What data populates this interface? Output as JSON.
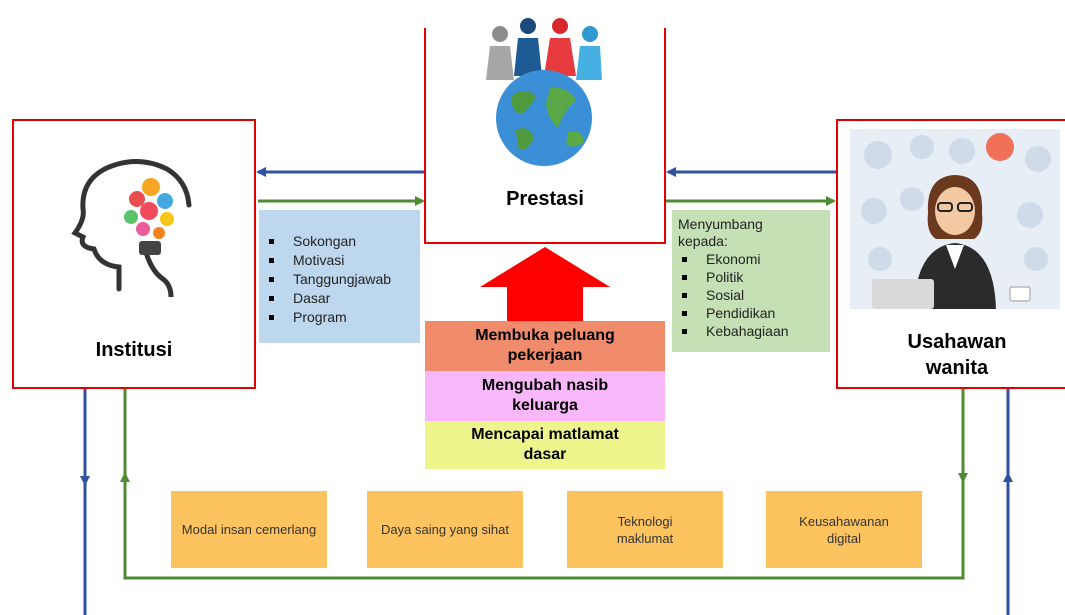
{
  "institusi": {
    "title": "Institusi"
  },
  "prestasi": {
    "title": "Prestasi"
  },
  "usahawan": {
    "title_line1": "Usahawan",
    "title_line2": "wanita"
  },
  "support_list": {
    "items": [
      "Sokongan",
      "Motivasi",
      "Tanggungjawab",
      "Dasar",
      "Program"
    ]
  },
  "contribution": {
    "heading": "Menyumbang kepada:",
    "items": [
      "Ekonomi",
      "Politik",
      "Sosial",
      "Pendidikan",
      "Kebahagiaan"
    ]
  },
  "pyramid": {
    "level1": "Membuka peluang pekerjaan",
    "level2": "Mengubah nasib keluarga",
    "level3": "Mencapai matlamat dasar"
  },
  "factors": [
    "Modal insan cemerlang",
    "Daya saing yang sihat",
    "Teknologi maklumat",
    "Keusahawanan digital"
  ],
  "colors": {
    "red_border": "#e30000",
    "blue_arrow": "#2f52a0",
    "green_arrow": "#4f8a32",
    "support_bg": "#bdd7ee",
    "contribution_bg": "#c5e0b4",
    "pyramid_top": "#f08c6c",
    "pyramid_mid": "#f7b7f8",
    "pyramid_bottom": "#eef58c",
    "factor_bg": "#fcc35e"
  },
  "icons": [
    "head-gear-icon",
    "globe-people-icon",
    "businesswoman-icon",
    "red-up-arrow-icon"
  ]
}
